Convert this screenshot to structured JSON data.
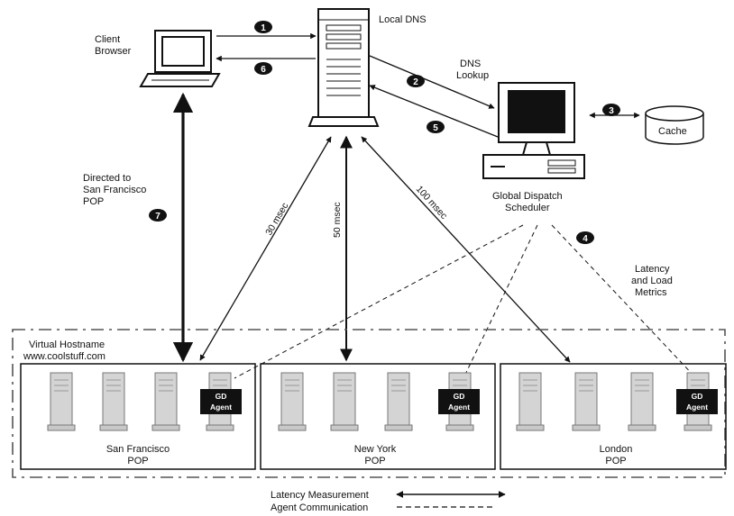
{
  "nodes": {
    "client": [
      "Client",
      "Browser"
    ],
    "local_dns": "Local DNS",
    "dns_lookup": [
      "DNS",
      "Lookup"
    ],
    "gds": [
      "Global Dispatch",
      "Scheduler"
    ],
    "cache": "Cache"
  },
  "steps": [
    "1",
    "2",
    "3",
    "4",
    "5",
    "6",
    "7"
  ],
  "edge_labels": {
    "directed": [
      "Directed to",
      "San Francisco",
      "POP"
    ],
    "sf_latency": "30 msec",
    "ny_latency": "50 msec",
    "lon_latency": "100 msec",
    "latency_load": [
      "Latency",
      "and Load",
      "Metrics"
    ]
  },
  "virtual_host": [
    "Virtual Hostname",
    "www.coolstuff.com"
  ],
  "pops": [
    {
      "name": "San Francisco",
      "suffix": "POP"
    },
    {
      "name": "New York",
      "suffix": "POP"
    },
    {
      "name": "London",
      "suffix": "POP"
    }
  ],
  "agent_label": [
    "GD",
    "Agent"
  ],
  "legend": {
    "latency": "Latency Measurement",
    "agent": "Agent Communication"
  },
  "colors": {
    "ink": "#111111",
    "server": "#d4d4d4",
    "background": "#ffffff"
  }
}
